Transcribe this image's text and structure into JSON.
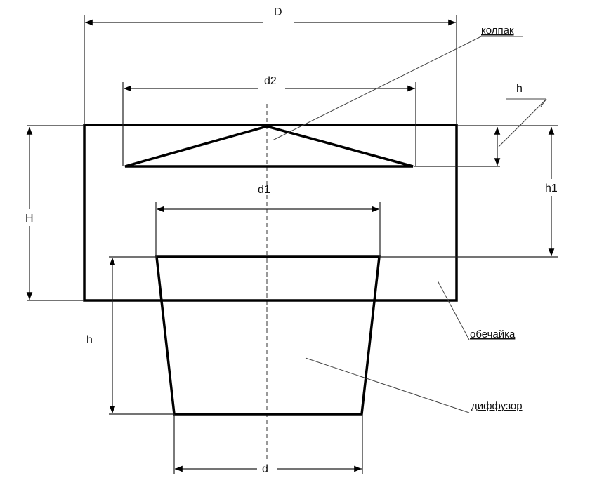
{
  "labels": {
    "D": "D",
    "d2": "d2",
    "d1": "d1",
    "d": "d",
    "H": "H",
    "h_cap": "h",
    "h1": "h1",
    "h_diffuser": "h"
  },
  "callouts": {
    "cap": "колпак",
    "shell": "обечайка",
    "diffuser": "диффузор"
  }
}
